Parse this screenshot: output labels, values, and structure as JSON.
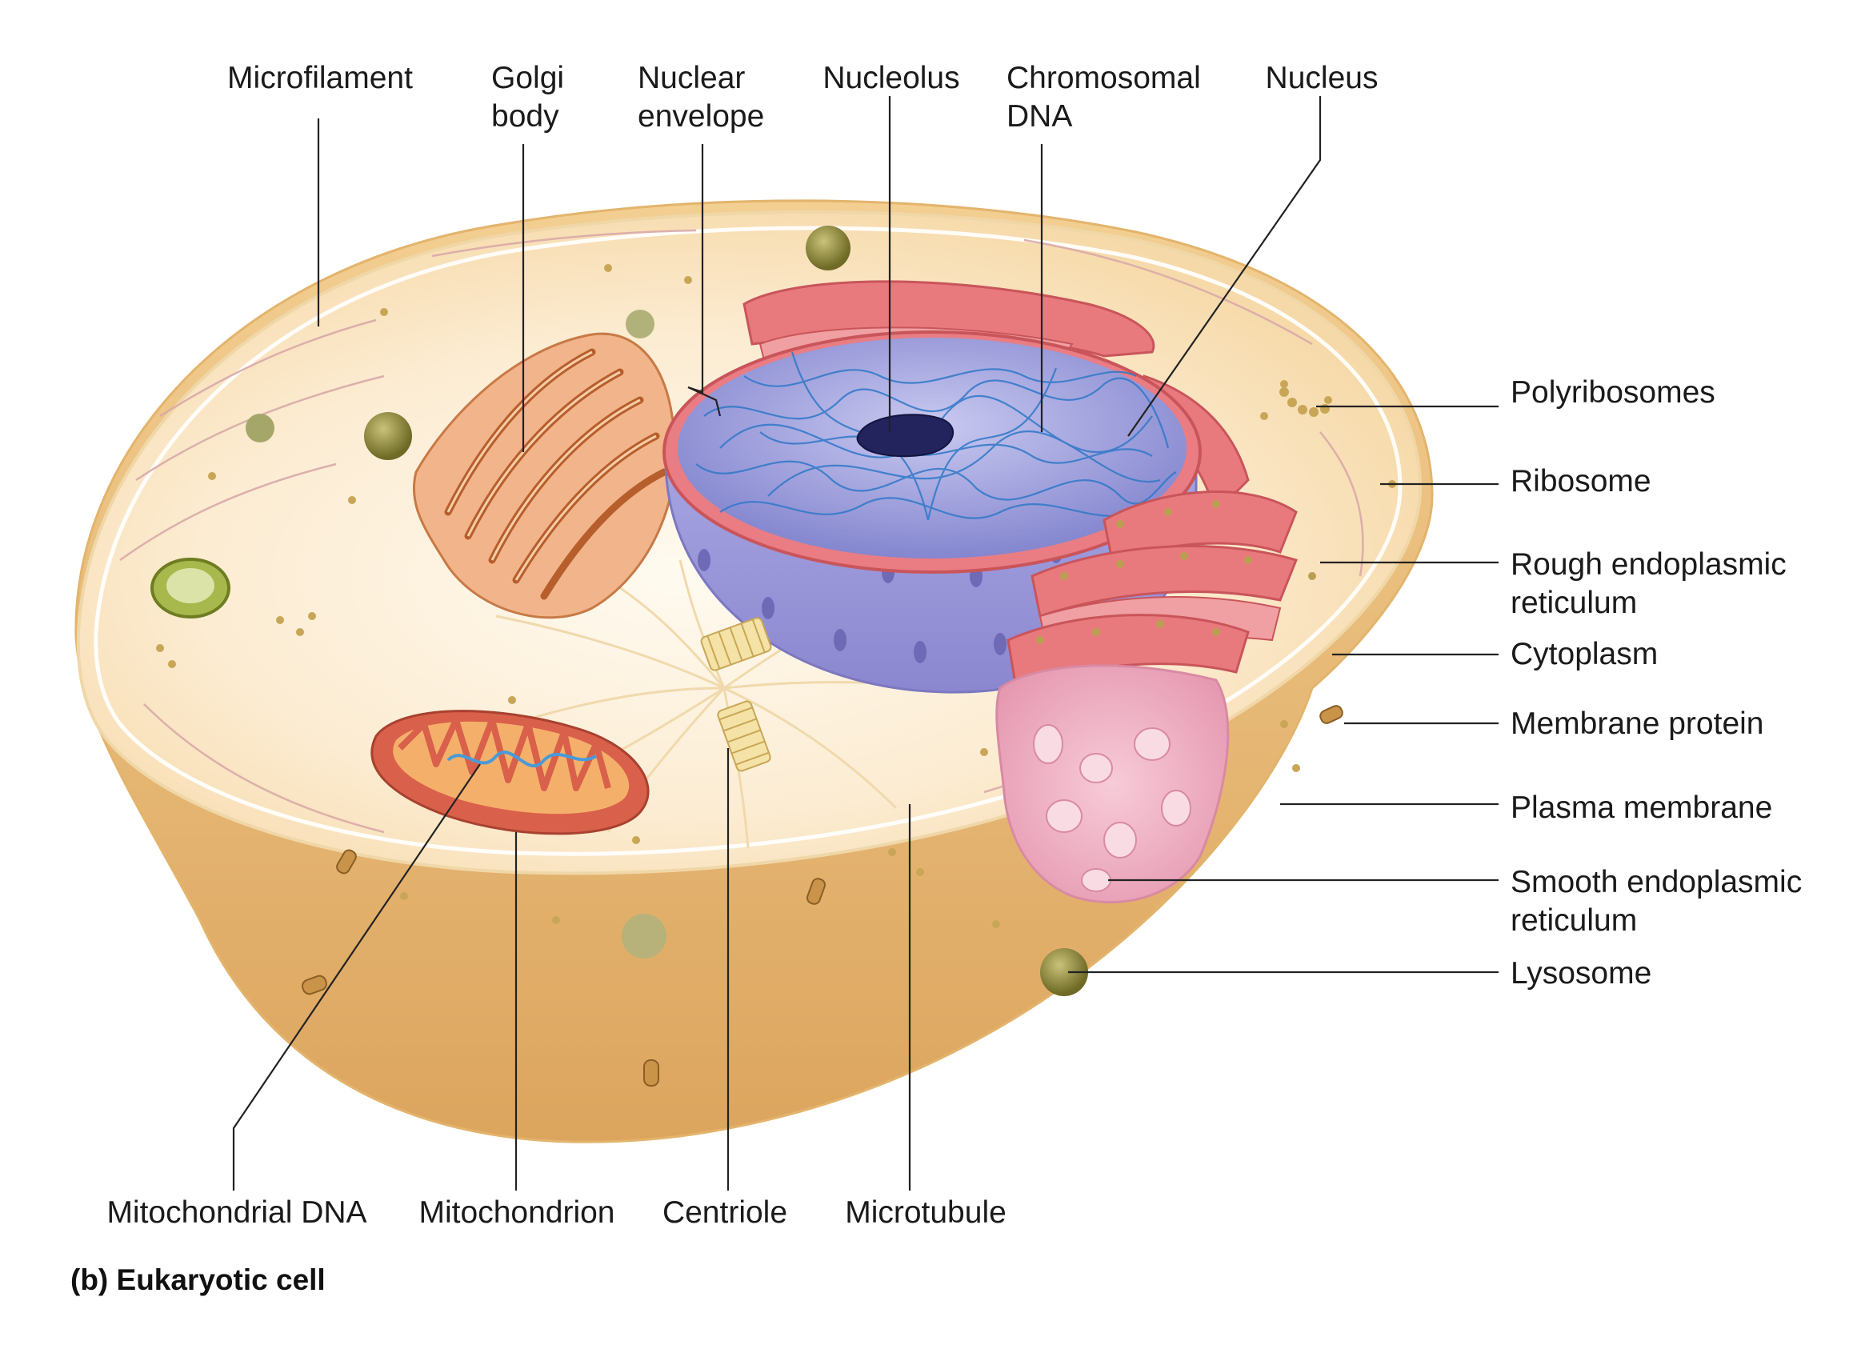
{
  "caption": "(b) Eukaryotic cell",
  "labels": {
    "microfilament": [
      "Microfilament"
    ],
    "golgi": [
      "Golgi",
      "body"
    ],
    "nuclear_envelope": [
      "Nuclear",
      "envelope"
    ],
    "nucleolus": [
      "Nucleolus"
    ],
    "chromosomal_dna": [
      "Chromosomal",
      "DNA"
    ],
    "nucleus": [
      "Nucleus"
    ],
    "polyribosomes": [
      "Polyribosomes"
    ],
    "ribosome": [
      "Ribosome"
    ],
    "rough_er": [
      "Rough endoplasmic",
      "reticulum"
    ],
    "cytoplasm": [
      "Cytoplasm"
    ],
    "membrane_protein": [
      "Membrane protein"
    ],
    "plasma_membrane": [
      "Plasma membrane"
    ],
    "smooth_er": [
      "Smooth endoplasmic",
      "reticulum"
    ],
    "lysosome": [
      "Lysosome"
    ],
    "mitochondrial_dna": [
      "Mitochondrial DNA"
    ],
    "mitochondrion": [
      "Mitochondrion"
    ],
    "centriole": [
      "Centriole"
    ],
    "microtubule": [
      "Microtubule"
    ]
  },
  "colors": {
    "cytoplasm": "#fbe9cc",
    "cell_body": "#e8b870",
    "nucleus": "#8e8ed6",
    "chromatin": "#2f78c8",
    "nucleolus": "#23235e",
    "rough_er": "#e36a70",
    "smooth_er": "#f2b4c6",
    "golgi": "#d9874f",
    "mitochondrion": "#d9604a",
    "lysosome": "#8c8a3a"
  }
}
